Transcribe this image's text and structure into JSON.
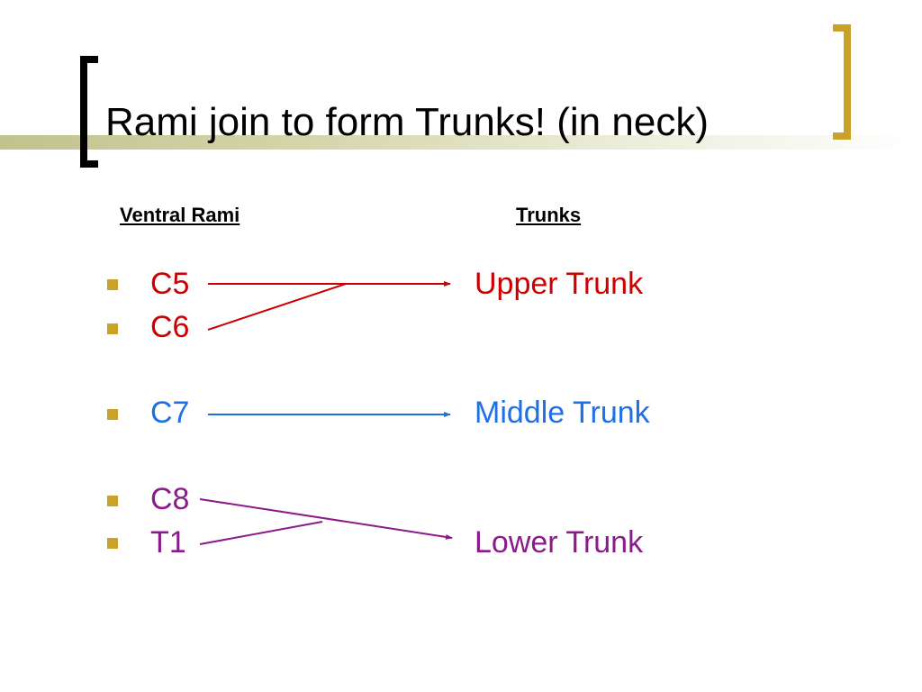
{
  "title": "Rami join to form Trunks! (in neck)",
  "headers": {
    "left": "Ventral Rami",
    "right": "Trunks"
  },
  "colors": {
    "upper": "#cc0000",
    "middle": "#1f6fe5",
    "lower": "#8b1a8b",
    "bullet": "#c9a227",
    "bracket_right": "#c9a227"
  },
  "rami": [
    {
      "label": "C5",
      "group": "upper"
    },
    {
      "label": "C6",
      "group": "upper"
    },
    {
      "label": "C7",
      "group": "middle"
    },
    {
      "label": "C8",
      "group": "lower"
    },
    {
      "label": "T1",
      "group": "lower"
    }
  ],
  "trunks": [
    {
      "label": "Upper Trunk",
      "group": "upper"
    },
    {
      "label": "Middle Trunk",
      "group": "middle"
    },
    {
      "label": "Lower Trunk",
      "group": "lower"
    }
  ]
}
